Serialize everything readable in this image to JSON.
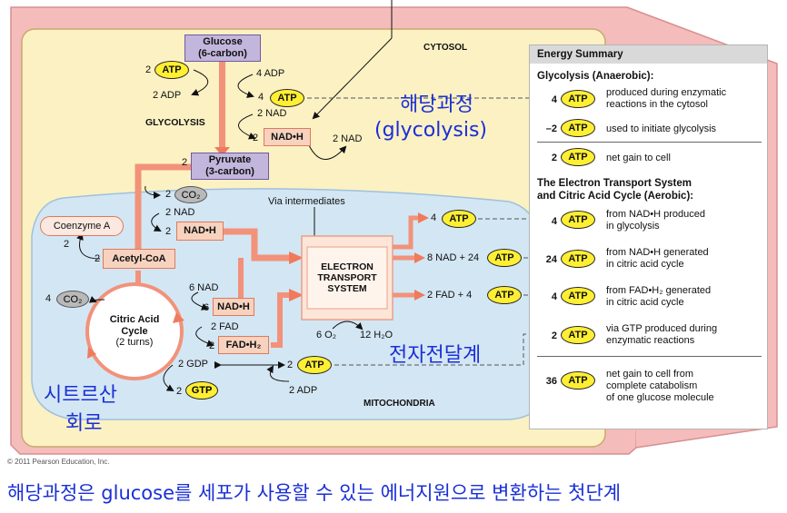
{
  "regions": {
    "cytosol": "CYTOSOL",
    "mitochondria": "MITOCHONDRIA"
  },
  "glycolysis": {
    "glucose": [
      "Glucose",
      "(6-carbon)"
    ],
    "label": "GLYCOLYSIS",
    "atp_in_count": "2",
    "adp_out": "2 ADP",
    "adp_in": "4 ADP",
    "atp_out_count": "4",
    "nad_in": "2 NAD",
    "nadh_count": "2",
    "nadh_label": "NAD•H",
    "nad_out": "2 NAD",
    "pyruvate_count": "2",
    "pyruvate": [
      "Pyruvate",
      "(3-carbon)"
    ],
    "via": "Via intermediates"
  },
  "link": {
    "co2_count": "2",
    "co2": "CO₂",
    "nad_in": "2 NAD",
    "nadh_count": "2",
    "nadh_label": "NAD•H",
    "coenzyme": "Coenzyme A",
    "coenzyme_count": "2",
    "acetyl_count": "2",
    "acetyl": "Acetyl-CoA"
  },
  "krebs": {
    "title": [
      "Citric Acid",
      "Cycle",
      "(2 turns)"
    ],
    "co2_count": "4",
    "co2": "CO₂",
    "nad_in": "6 NAD",
    "nadh_count": "6",
    "nadh_label": "NAD•H",
    "fad_in": "2 FAD",
    "fadh_count": "2",
    "fadh_label": "FAD•H₂",
    "gdp": "2 GDP",
    "gtp_count": "2",
    "gtp": "GTP",
    "atp_count": "2",
    "adp": "2 ADP"
  },
  "ets": {
    "title": [
      "ELECTRON",
      "TRANSPORT",
      "SYSTEM"
    ],
    "out1_count": "4",
    "out2_prefix": "8 NAD + 24",
    "out3_prefix": "2 FAD + 4",
    "o2": "6 O₂",
    "h2o": "12 H₂O"
  },
  "atp_label": "ATP",
  "summary": {
    "title": "Energy Summary",
    "glycolysis_head": "Glycolysis (Anaerobic):",
    "rows1": [
      {
        "num": "4",
        "desc": [
          "produced during enzymatic",
          "reactions in the cytosol"
        ]
      },
      {
        "num": "–2",
        "desc": [
          "used to initiate glycolysis"
        ]
      },
      {
        "num": "2",
        "desc": [
          "net gain to cell"
        ]
      }
    ],
    "aerobic_head": [
      "The Electron Transport System",
      "and Citric Acid Cycle (Aerobic):"
    ],
    "rows2": [
      {
        "num": "4",
        "desc": [
          "from NAD•H produced",
          "in glycolysis"
        ]
      },
      {
        "num": "24",
        "desc": [
          "from NAD•H generated",
          "in citric acid cycle"
        ]
      },
      {
        "num": "4",
        "desc": [
          "from FAD•H₂ generated",
          "in citric acid cycle"
        ]
      },
      {
        "num": "2",
        "desc": [
          "via GTP produced during",
          "enzymatic reactions"
        ]
      }
    ],
    "total": {
      "num": "36",
      "desc": [
        "net gain to cell from",
        "complete catabolism",
        "of one glucose molecule"
      ]
    }
  },
  "annotations": {
    "glycolysis_ko": "해당과정",
    "glycolysis_en": "(glycolysis)",
    "ets_ko": "전자전달계",
    "krebs_ko_1": "시트르산",
    "krebs_ko_2": "회로"
  },
  "copyright": "© 2011 Pearson Education, Inc.",
  "caption": "해당과정은 glucose를 세포가 사용할 수 있는 에너지원으로 변환하는 첫단계",
  "colors": {
    "cell_wall": "#f5bcbc",
    "cytosol": "#fbf1c3",
    "mitochondrion": "#d3e6f3",
    "flow_arrow": "#f2927a",
    "atp": "#ffef33",
    "annotation": "#1a2fd6"
  }
}
